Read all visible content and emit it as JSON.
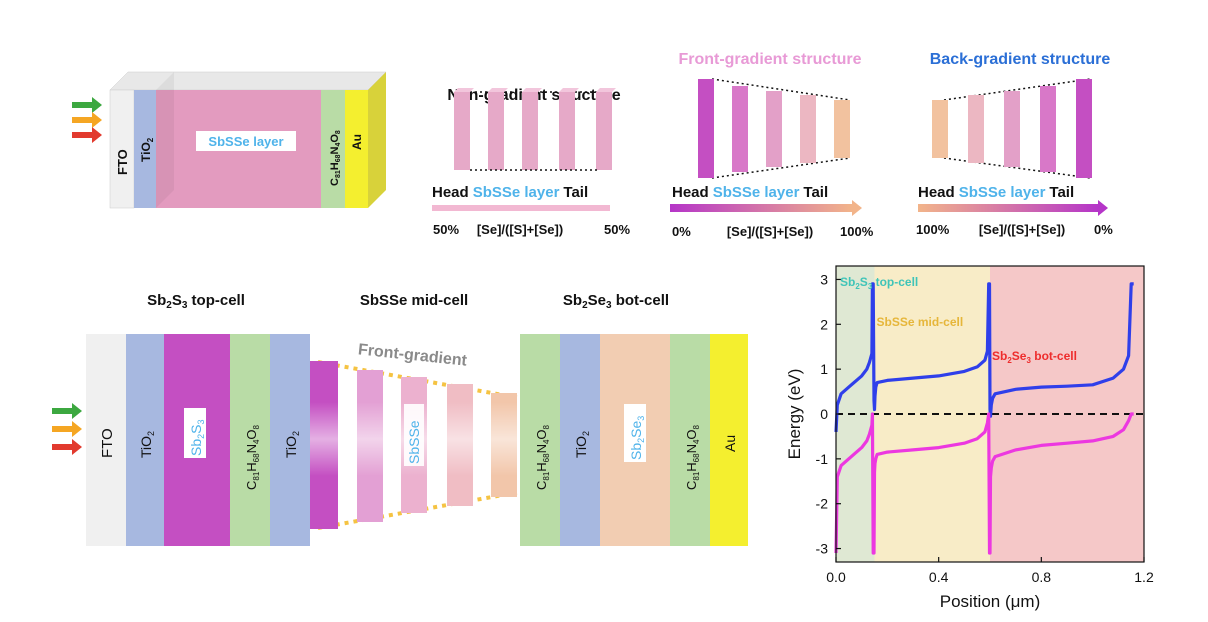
{
  "colors": {
    "fto": "#f0f0f0",
    "tio2": "#a7b8e0",
    "sbsse_layer": "#e39bbf",
    "c81": "#b9dca6",
    "au": "#f4ef2f",
    "sb2s3": "#c44fc2",
    "sb2se3": "#f2cdb2",
    "accent_blue": "#4fb3ea",
    "front_title": "#e89ad6",
    "back_title": "#2b6fd6",
    "cb_line": "#2f3fea",
    "vb_line": "#ec38e0",
    "region_green": "#dfe8d3",
    "region_yellow": "#f8ecc7",
    "region_pink": "#f5c8c8",
    "arrow_green": "#3ca840",
    "arrow_orange": "#f5a623",
    "arrow_red": "#e23a2e"
  },
  "single_cell": {
    "fto": "FTO",
    "tio2": "TiO",
    "tio2_sub": "2",
    "sbsse_layer": "SbSSe layer",
    "c81": "C",
    "c81_sub1": "81",
    "c81_h": "H",
    "c81_sub2": "68",
    "c81_n": "N",
    "c81_sub3": "4",
    "c81_o": "O",
    "c81_sub4": "8",
    "au": "Au"
  },
  "structures": [
    {
      "title": "Non-gradient structure",
      "head": "Head",
      "layer": "SbSSe layer",
      "tail": "Tail",
      "left_pct": "50%",
      "ratio": "[Se]/([S]+[Se])",
      "right_pct": "50%"
    },
    {
      "title": "Front-gradient structure",
      "head": "Head",
      "layer": "SbSSe layer",
      "tail": "Tail",
      "left_pct": "0%",
      "ratio": "[Se]/([S]+[Se])",
      "right_pct": "100%"
    },
    {
      "title": "Back-gradient structure",
      "head": "Head",
      "layer": "SbSSe layer",
      "tail": "Tail",
      "left_pct": "100%",
      "ratio": "[Se]/([S]+[Se])",
      "right_pct": "0%"
    }
  ],
  "tandem": {
    "top_title_a": "Sb",
    "top_title_sub1": "2",
    "top_title_b": "S",
    "top_title_sub2": "3",
    "top_title_c": " top-cell",
    "mid_title": "SbSSe mid-cell",
    "bot_title_a": "Sb",
    "bot_title_sub1": "2",
    "bot_title_b": "Se",
    "bot_title_sub2": "3",
    "bot_title_c": " bot-cell",
    "front_gradient": "Front-gradient",
    "fto": "FTO",
    "tio2": "TiO",
    "tio2_sub": "2",
    "sb2s3_a": "Sb",
    "sb2s3_sub1": "2",
    "sb2s3_b": "S",
    "sb2s3_sub2": "3",
    "sbsse": "SbSSe",
    "sb2se3_a": "Sb",
    "sb2se3_sub1": "2",
    "sb2se3_b": "Se",
    "sb2se3_sub2": "3",
    "c81": "C",
    "c81_sub1": "81",
    "c81_h": "H",
    "c81_sub2": "68",
    "c81_n": "N",
    "c81_sub3": "4",
    "c81_o": "O",
    "c81_sub4": "8",
    "au": "Au"
  },
  "chart_data": {
    "type": "line",
    "xlabel": "Position (μm)",
    "ylabel": "Energy (eV)",
    "xlim": [
      0.0,
      1.2
    ],
    "ylim": [
      -3.3,
      3.3
    ],
    "xticks": [
      "0.0",
      "0.4",
      "0.8",
      "1.2"
    ],
    "yticks": [
      "3",
      "2",
      "1",
      "0",
      "-1",
      "-2",
      "-3"
    ],
    "regions": [
      {
        "label_a": "Sb",
        "label_sub1": "2",
        "label_b": "S",
        "label_sub2": "3",
        "label_c": " top-cell",
        "x0": 0.0,
        "x1": 0.15
      },
      {
        "label_a": "SbSSe mid-cell",
        "x0": 0.15,
        "x1": 0.6
      },
      {
        "label_a": "Sb",
        "label_sub1": "2",
        "label_b": "Se",
        "label_sub2": "3",
        "label_c": " bot-cell",
        "x0": 0.6,
        "x1": 1.2
      }
    ],
    "series": [
      {
        "color": "#2f3fea",
        "x": [
          0.0,
          0.005,
          0.02,
          0.05,
          0.08,
          0.1,
          0.12,
          0.13,
          0.14,
          0.142,
          0.145,
          0.148,
          0.15,
          0.152,
          0.155,
          0.16,
          0.2,
          0.3,
          0.4,
          0.5,
          0.55,
          0.58,
          0.59,
          0.595,
          0.598,
          0.6,
          0.602,
          0.605,
          0.61,
          0.62,
          0.7,
          0.8,
          0.9,
          1.0,
          1.08,
          1.12,
          1.14,
          1.15,
          1.16
        ],
        "y": [
          -0.4,
          0.2,
          0.45,
          0.6,
          0.75,
          0.85,
          1.0,
          1.15,
          1.35,
          2.9,
          2.9,
          0.3,
          0.1,
          0.4,
          0.6,
          0.7,
          0.75,
          0.8,
          0.85,
          0.95,
          1.05,
          1.2,
          1.4,
          2.9,
          2.9,
          0.1,
          -0.05,
          0.2,
          0.35,
          0.45,
          0.55,
          0.6,
          0.62,
          0.65,
          0.8,
          1.0,
          1.3,
          2.9,
          2.9
        ]
      },
      {
        "color": "#ec38e0",
        "x": [
          0.0,
          0.005,
          0.02,
          0.05,
          0.08,
          0.1,
          0.12,
          0.13,
          0.14,
          0.142,
          0.145,
          0.148,
          0.15,
          0.152,
          0.155,
          0.16,
          0.2,
          0.3,
          0.4,
          0.5,
          0.55,
          0.58,
          0.59,
          0.595,
          0.598,
          0.6,
          0.602,
          0.605,
          0.61,
          0.62,
          0.7,
          0.8,
          0.9,
          1.0,
          1.08,
          1.12,
          1.14,
          1.15,
          1.16
        ],
        "y": [
          -3.1,
          -1.4,
          -1.15,
          -1.0,
          -0.85,
          -0.75,
          -0.6,
          -0.45,
          -0.25,
          0.0,
          -3.1,
          -3.1,
          -1.3,
          -1.1,
          -1.0,
          -0.9,
          -0.85,
          -0.8,
          -0.75,
          -0.65,
          -0.55,
          -0.4,
          -0.2,
          0.0,
          -3.1,
          -3.1,
          -1.4,
          -1.2,
          -1.05,
          -0.95,
          -0.8,
          -0.7,
          -0.65,
          -0.6,
          -0.5,
          -0.35,
          -0.15,
          0.0,
          0.0
        ]
      }
    ],
    "zero_line": 0
  }
}
